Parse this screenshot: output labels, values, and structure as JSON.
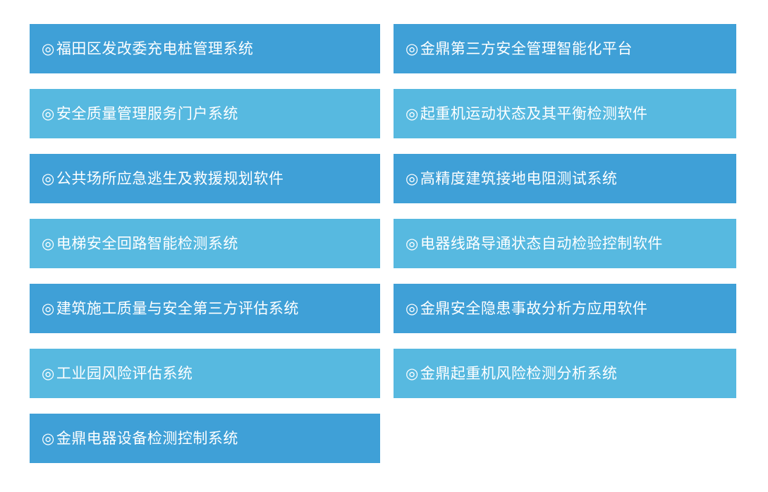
{
  "colors": {
    "page-bg": "#ffffff",
    "bar-dark": "#3fa0d7",
    "bar-light": "#57b9e0",
    "bar-text": "#ffffff"
  },
  "bullet": "◎",
  "columns": [
    {
      "items": [
        {
          "label": "福田区发改委充电桩管理系统",
          "tone": "dark"
        },
        {
          "label": "安全质量管理服务门户系统",
          "tone": "light"
        },
        {
          "label": "公共场所应急逃生及救援规划软件",
          "tone": "dark"
        },
        {
          "label": "电梯安全回路智能检测系统",
          "tone": "light"
        },
        {
          "label": "建筑施工质量与安全第三方评估系统",
          "tone": "dark"
        },
        {
          "label": "工业园风险评估系统",
          "tone": "light"
        },
        {
          "label": "金鼎电器设备检测控制系统",
          "tone": "dark"
        }
      ]
    },
    {
      "items": [
        {
          "label": "金鼎第三方安全管理智能化平台",
          "tone": "dark"
        },
        {
          "label": "起重机运动状态及其平衡检测软件",
          "tone": "light"
        },
        {
          "label": "高精度建筑接地电阻测试系统",
          "tone": "dark"
        },
        {
          "label": "电器线路导通状态自动检验控制软件",
          "tone": "light"
        },
        {
          "label": "金鼎安全隐患事故分析方应用软件",
          "tone": "dark"
        },
        {
          "label": "金鼎起重机风险检测分析系统",
          "tone": "light"
        }
      ]
    }
  ]
}
